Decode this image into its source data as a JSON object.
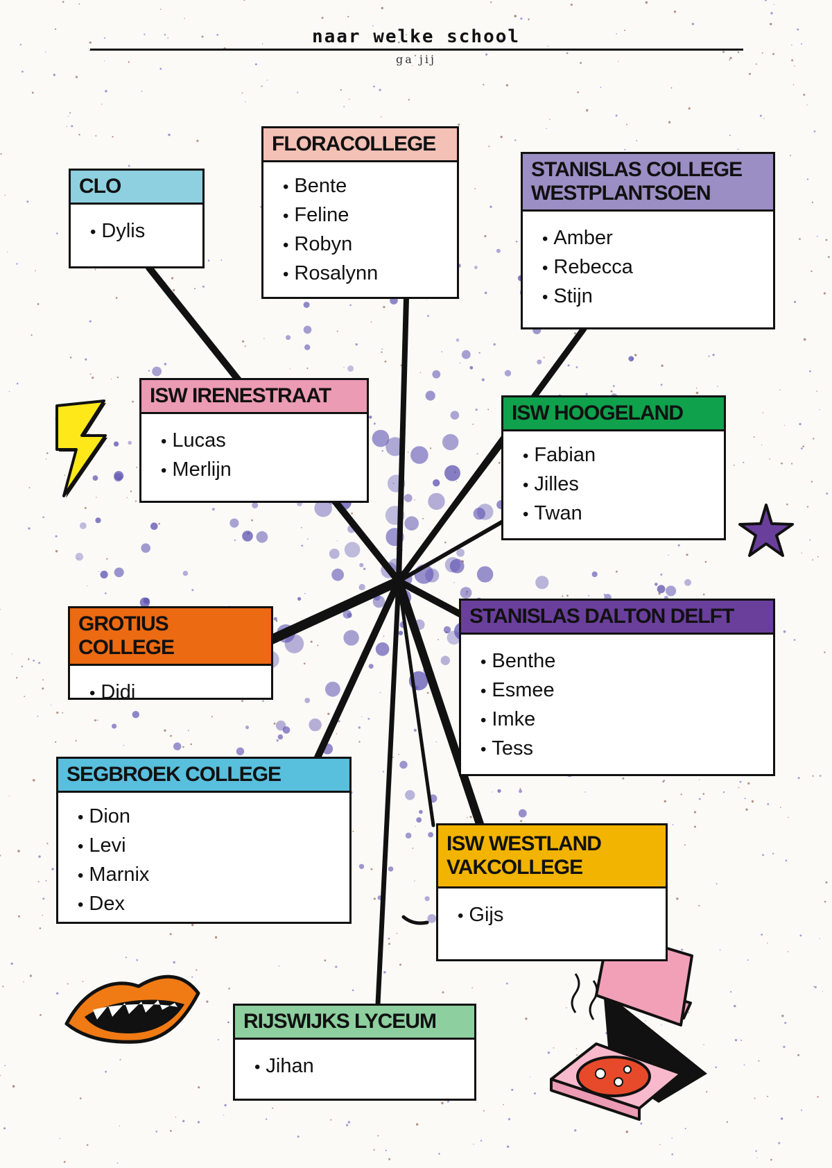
{
  "header": {
    "title": "naar welke school",
    "subtitle": "ga jij"
  },
  "colors": {
    "clo": "#8ed0e0",
    "floracollege": "#f4c1b6",
    "stanislas_westplantsoen": "#9b8ec4",
    "isw_irenestraat": "#ec9bb5",
    "isw_hoogeland": "#0fa14c",
    "grotius": "#ec6a12",
    "stanislas_dalton": "#6a3f9c",
    "segbroek": "#58bfdd",
    "isw_westland": "#f2b400",
    "rijswijks": "#8ecf9f",
    "splatter": "#5a4fb0"
  },
  "schools": {
    "clo": {
      "name": "CLO",
      "students": [
        "Dylis"
      ]
    },
    "floracollege": {
      "name": "FLORACOLLEGE",
      "students": [
        "Bente",
        "Feline",
        "Robyn",
        "Rosalynn"
      ]
    },
    "stanislas_westplantsoen": {
      "name_line1": "STANISLAS COLLEGE",
      "name_line2": "WESTPLANTSOEN",
      "students": [
        "Amber",
        "Rebecca",
        "Stijn"
      ]
    },
    "isw_irenestraat": {
      "name": "ISW IRENESTRAAT",
      "students": [
        "Lucas",
        "Merlijn"
      ]
    },
    "isw_hoogeland": {
      "name": "ISW HOOGELAND",
      "students": [
        "Fabian",
        "Jilles",
        "Twan"
      ]
    },
    "grotius": {
      "name": "GROTIUS COLLEGE",
      "students": [
        "Didi"
      ]
    },
    "stanislas_dalton": {
      "name": "STANISLAS DALTON DELFT",
      "students": [
        "Benthe",
        "Esmee",
        "Imke",
        "Tess"
      ]
    },
    "segbroek": {
      "name": "SEGBROEK COLLEGE",
      "students": [
        "Dion",
        "Levi",
        "Marnix",
        "Dex"
      ]
    },
    "isw_westland": {
      "name_line1": "ISW WESTLAND",
      "name_line2": "VAKCOLLEGE",
      "students": [
        "Gijs"
      ]
    },
    "rijswijks": {
      "name": "RIJSWIJKS LYCEUM",
      "students": [
        "Jihan"
      ]
    }
  },
  "icons": [
    "lightning-icon",
    "star-icon",
    "lips-icon",
    "pizza-box-icon"
  ]
}
